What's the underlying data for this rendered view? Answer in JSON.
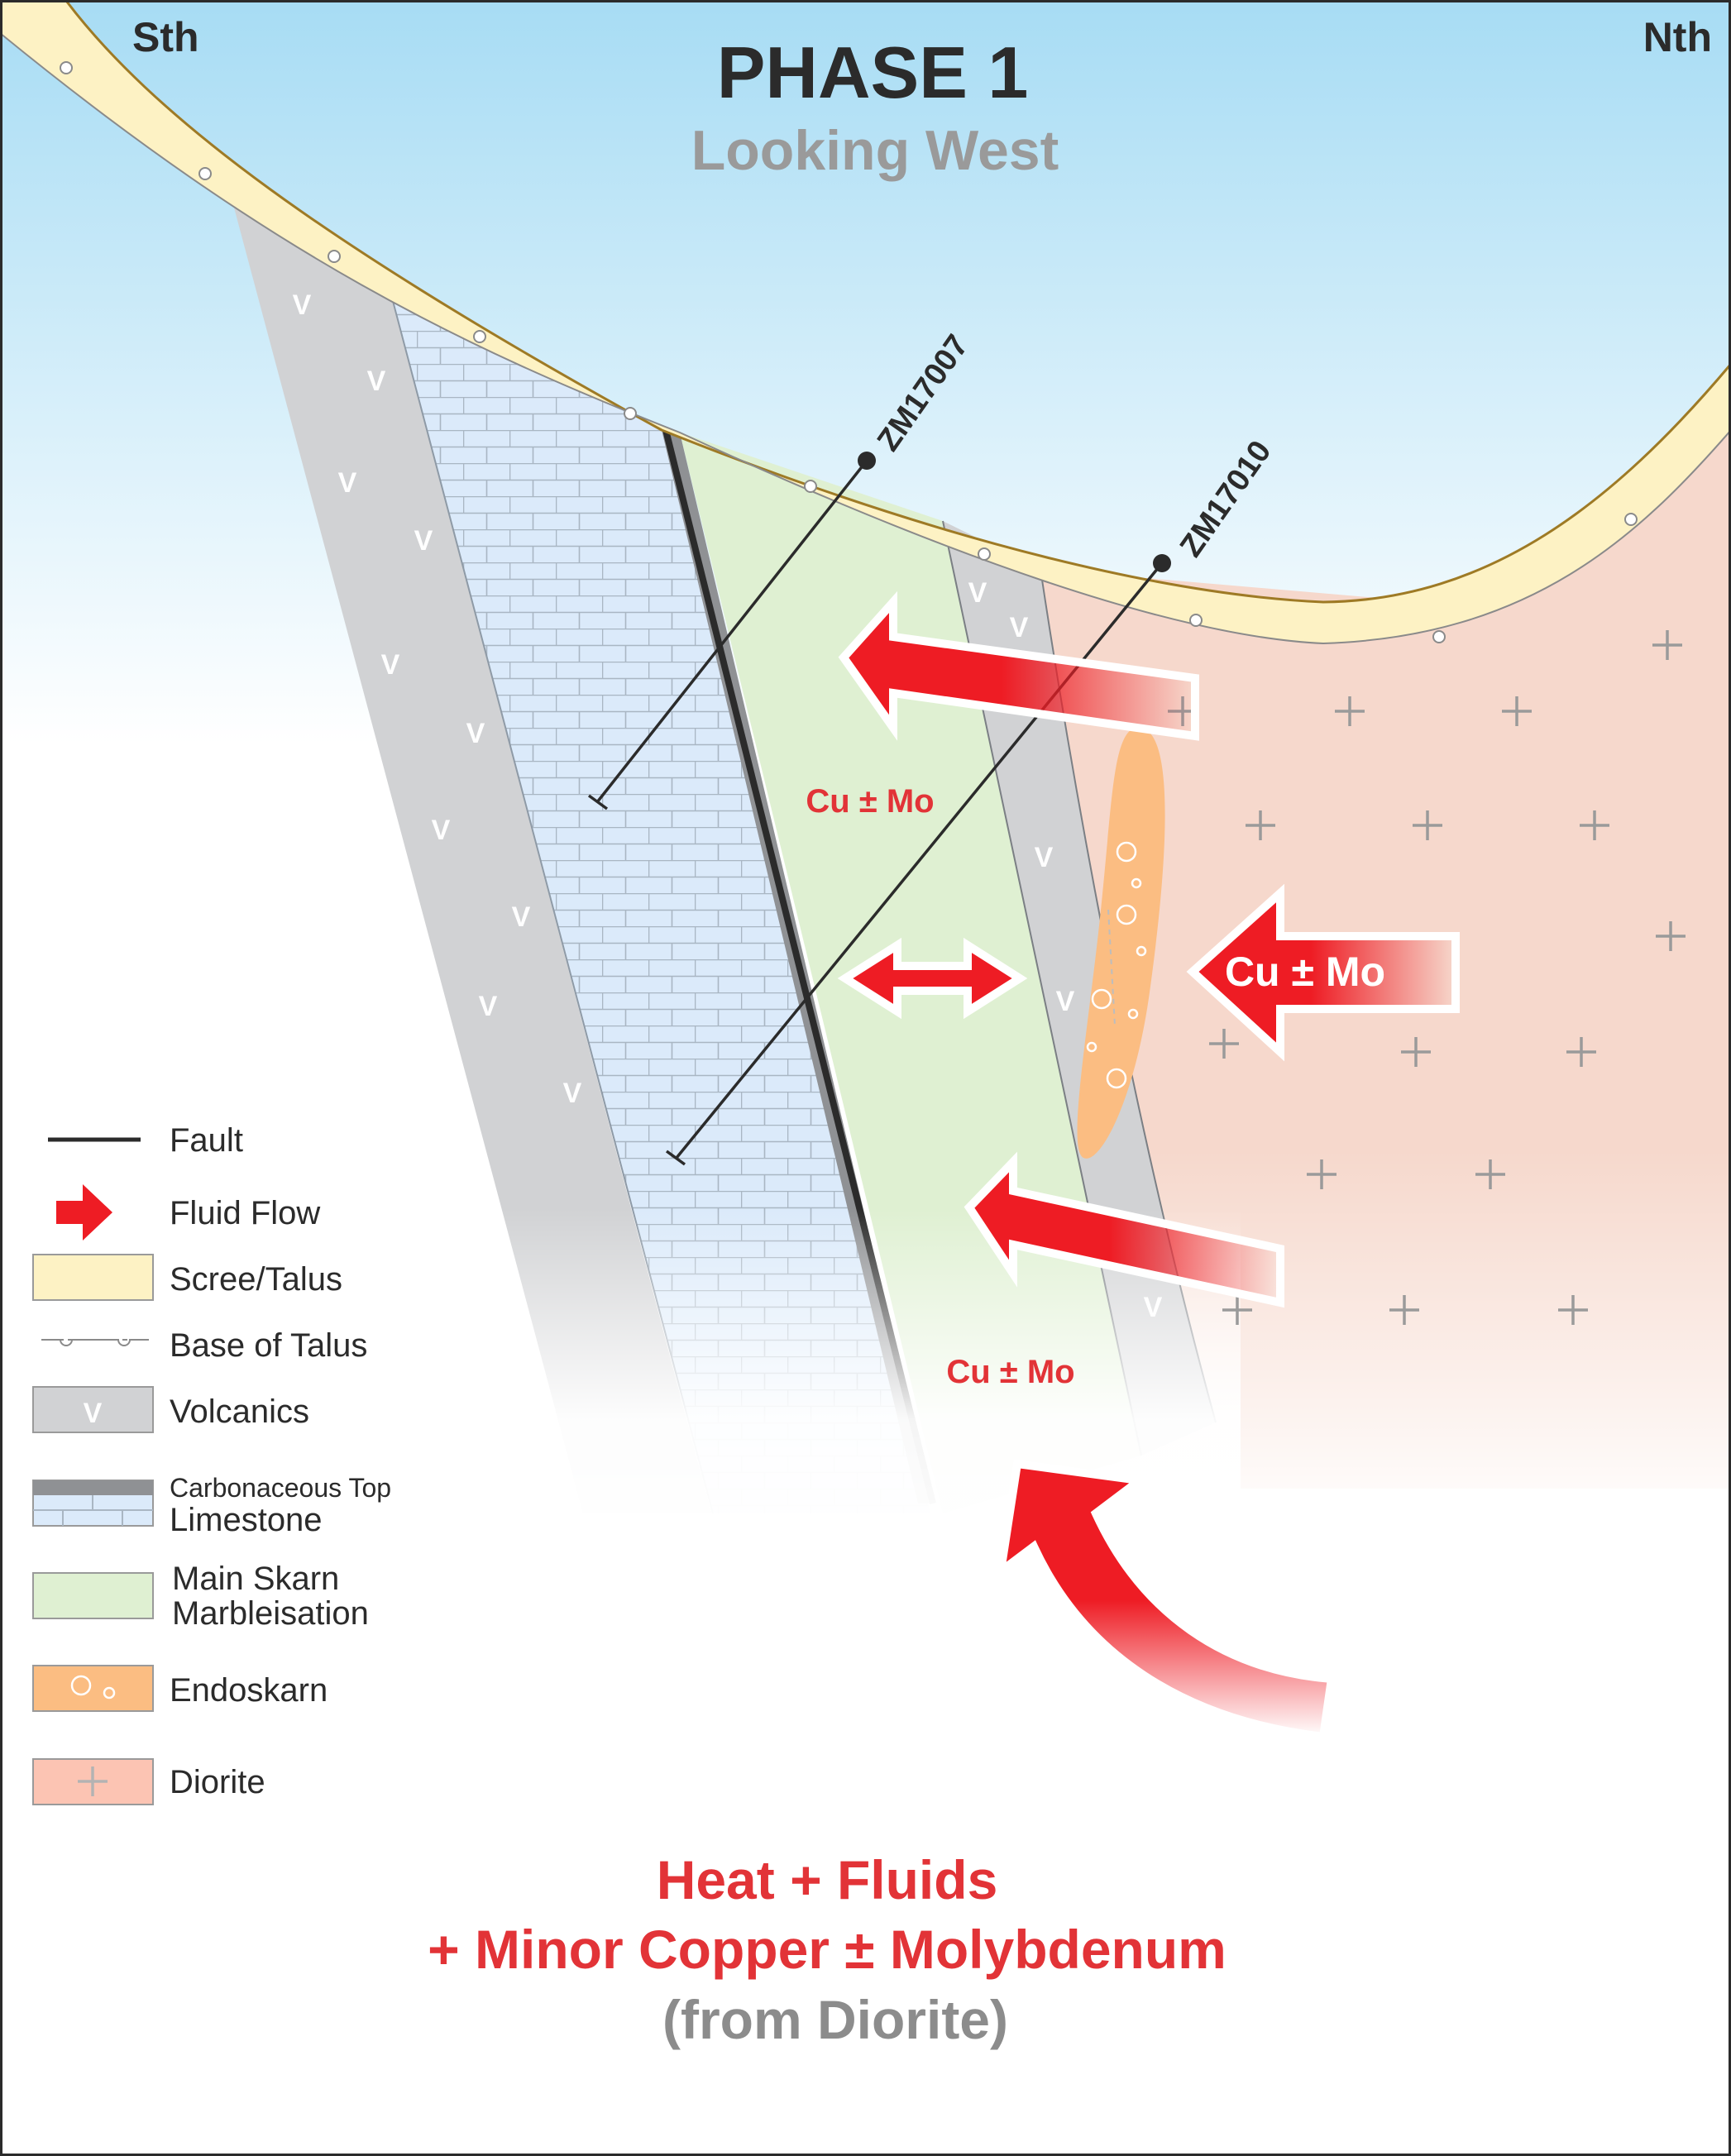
{
  "header": {
    "left_label": "Sth",
    "right_label": "Nth",
    "title": "PHASE 1",
    "subtitle": "Looking West"
  },
  "drillholes": [
    {
      "id": "ZM17007"
    },
    {
      "id": "ZM17010"
    }
  ],
  "annotations": {
    "cu_mo_upper": "Cu ± Mo",
    "cu_mo_lower": "Cu ± Mo",
    "cu_mo_arrow": "Cu ± Mo"
  },
  "legend": {
    "fault": "Fault",
    "fluid_flow": "Fluid Flow",
    "scree": "Scree/Talus",
    "base_talus": "Base of Talus",
    "volcanics": "Volcanics",
    "volcanics_symbol": "V",
    "carbonaceous_top": "Carbonaceous Top",
    "limestone": "Limestone",
    "skarn_line1": "Main Skarn",
    "skarn_line2": "Marbleisation",
    "endoskarn": "Endoskarn",
    "diorite": "Diorite"
  },
  "caption": {
    "line1": "Heat + Fluids",
    "line2": "+ Minor Copper ± Molybdenum",
    "line3": "(from Diorite)"
  },
  "colors": {
    "sky_top": "#a7dcf4",
    "sky_bottom": "#ffffff",
    "talus": "#fdf2c4",
    "talus_edge": "#9e7a25",
    "volcanics": "#d1d2d4",
    "limestone": "#dbeafa",
    "skarn": "#dff0d2",
    "endoskarn": "#fbbd82",
    "diorite": "#f6d8cc",
    "fluid_red": "#ee1c24",
    "caption_red": "#e23337",
    "caption_grey": "#8c8c8c",
    "symbol_grey": "#9a9a9a"
  }
}
